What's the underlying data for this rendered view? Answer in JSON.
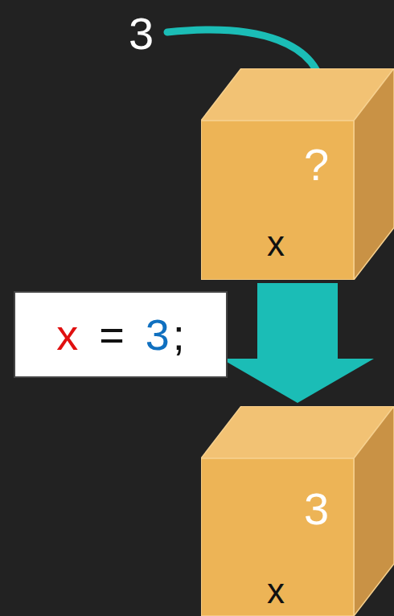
{
  "diagram": {
    "nodes": [
      {
        "text": [
          "?",
          "x"
        ]
      },
      {
        "text": [
          "x",
          "=",
          "3",
          ";"
        ]
      },
      {
        "text": [
          "3",
          "x"
        ]
      }
    ],
    "edges": [
      {
        "from": 0,
        "to": 2,
        "arrow": "to"
      }
    ],
    "labels": [
      "3"
    ]
  }
}
